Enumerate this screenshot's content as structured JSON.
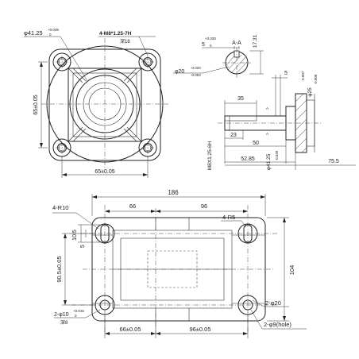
{
  "front_view": {
    "bore_callout": "φ41.25",
    "bore_tol_upper": "+0.039",
    "bore_tol_lower": "0",
    "thread_callout": "4-M8*1.25-7H",
    "thread_depth": "深18",
    "height_dim": "65±0.05",
    "width_dim": "65±0.05"
  },
  "section_aa": {
    "title": "A-A",
    "keyway_width": "5",
    "keyway_width_tol_upper": "+0.030",
    "keyway_width_tol_lower": "0",
    "key_depth": "17.31",
    "shaft_dia": "φ20",
    "shaft_tol_upper": "-0.020",
    "shaft_tol_lower": "-0.053"
  },
  "side_view": {
    "length_35": "35",
    "key_width_5": "5",
    "key_tol_upper": "-0.007",
    "key_tol_lower": "-0.008",
    "shaft_dia_callout": "φ25",
    "section_mark_a": "A",
    "len_23": "23",
    "len_50": "50",
    "len_5285": "52.85",
    "len_755": "75.5",
    "thread_callout": "M8X1.25-6H",
    "pilot_dia": "φ41.25",
    "pilot_tol": "-0.039"
  },
  "base_view": {
    "overall_width": "186",
    "left_span": "66",
    "right_span": "96",
    "corner_radius": "4-R10",
    "slot_radius": "4-R5",
    "slot_height": "10.5",
    "slot_width": "5",
    "vertical_pitch": "90.5±0.05",
    "overall_height": "104",
    "counterbore_dia": "2-φ20",
    "hole_dia": "2-φ9(hole)",
    "pin_hole": "2-φ10",
    "pin_tol_upper": "+0.015",
    "pin_tol_lower": "0",
    "pin_depth": "深8",
    "left_span_tol": "66±0.05",
    "right_span_tol": "96±0.05"
  }
}
